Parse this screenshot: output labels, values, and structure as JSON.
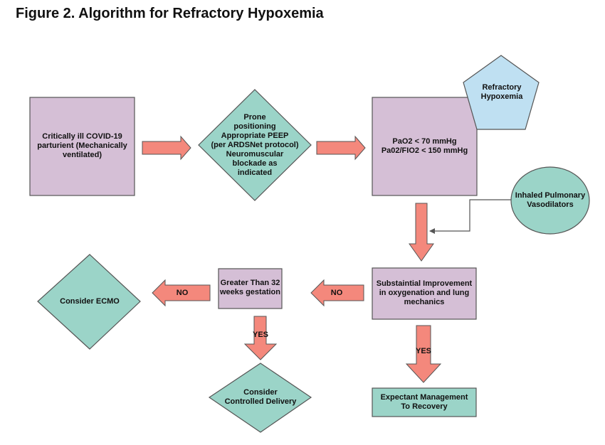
{
  "title": "Figure 2. Algorithm for Refractory Hypoxemia",
  "colors": {
    "process_fill": "#d5bfd6",
    "decision_fill": "#9bd4c8",
    "pentagon_fill": "#bfe0f2",
    "arrow_fill": "#f4887c",
    "stroke": "#555555"
  },
  "nodes": {
    "start": "Critically ill COVID-19 parturient (Mechanically ventilated)",
    "interventions": [
      "Prone",
      "positioning",
      "Appropriate PEEP",
      "(per ARDSNet protocol)",
      "Neuromuscular",
      "blockade as",
      "indicated"
    ],
    "criteria": [
      "PaO2 < 70 mmHg",
      "Pa02/FIO2 < 150 mmHg"
    ],
    "refractory": [
      "Refractory",
      "Hypoxemia"
    ],
    "vasodilators": [
      "Inhaled Pulmonary",
      "Vasodilators"
    ],
    "improvement": "Substaintial Improvement in oxygenation and lung mechanics",
    "gestation": [
      "Greater Than 32",
      "weeks gestation"
    ],
    "ecmo": "Consider ECMO",
    "delivery": [
      "Consider",
      "Controlled Delivery"
    ],
    "expectant": [
      "Expectant Management",
      "To Recovery"
    ]
  },
  "arrow_labels": {
    "improvement_no": "NO",
    "gestation_no": "NO",
    "gestation_yes": "YES",
    "improvement_yes": "YES"
  }
}
